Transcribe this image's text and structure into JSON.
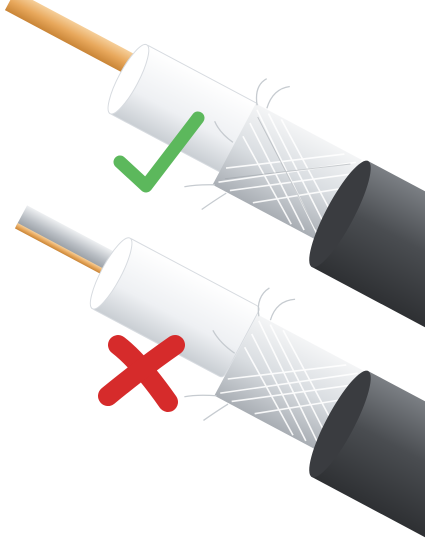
{
  "figure": {
    "subject": "coaxial-cable-stripping-comparison",
    "colors": {
      "background": "#ffffff",
      "copper": "#e8a85c",
      "copper_highlight": "#f6cf9a",
      "dielectric": "#f2f4f6",
      "braid": "#d9dde1",
      "jacket": "#4a4d51",
      "jacket_highlight": "#7b7f84",
      "silver": "#b9bec4",
      "check": "#5cb85c",
      "cross": "#d62b2b"
    },
    "panels": [
      {
        "id": "correct",
        "conductor": "copper",
        "mark": "check-icon"
      },
      {
        "id": "incorrect",
        "conductor": "silver-copper",
        "mark": "cross-icon"
      }
    ]
  }
}
